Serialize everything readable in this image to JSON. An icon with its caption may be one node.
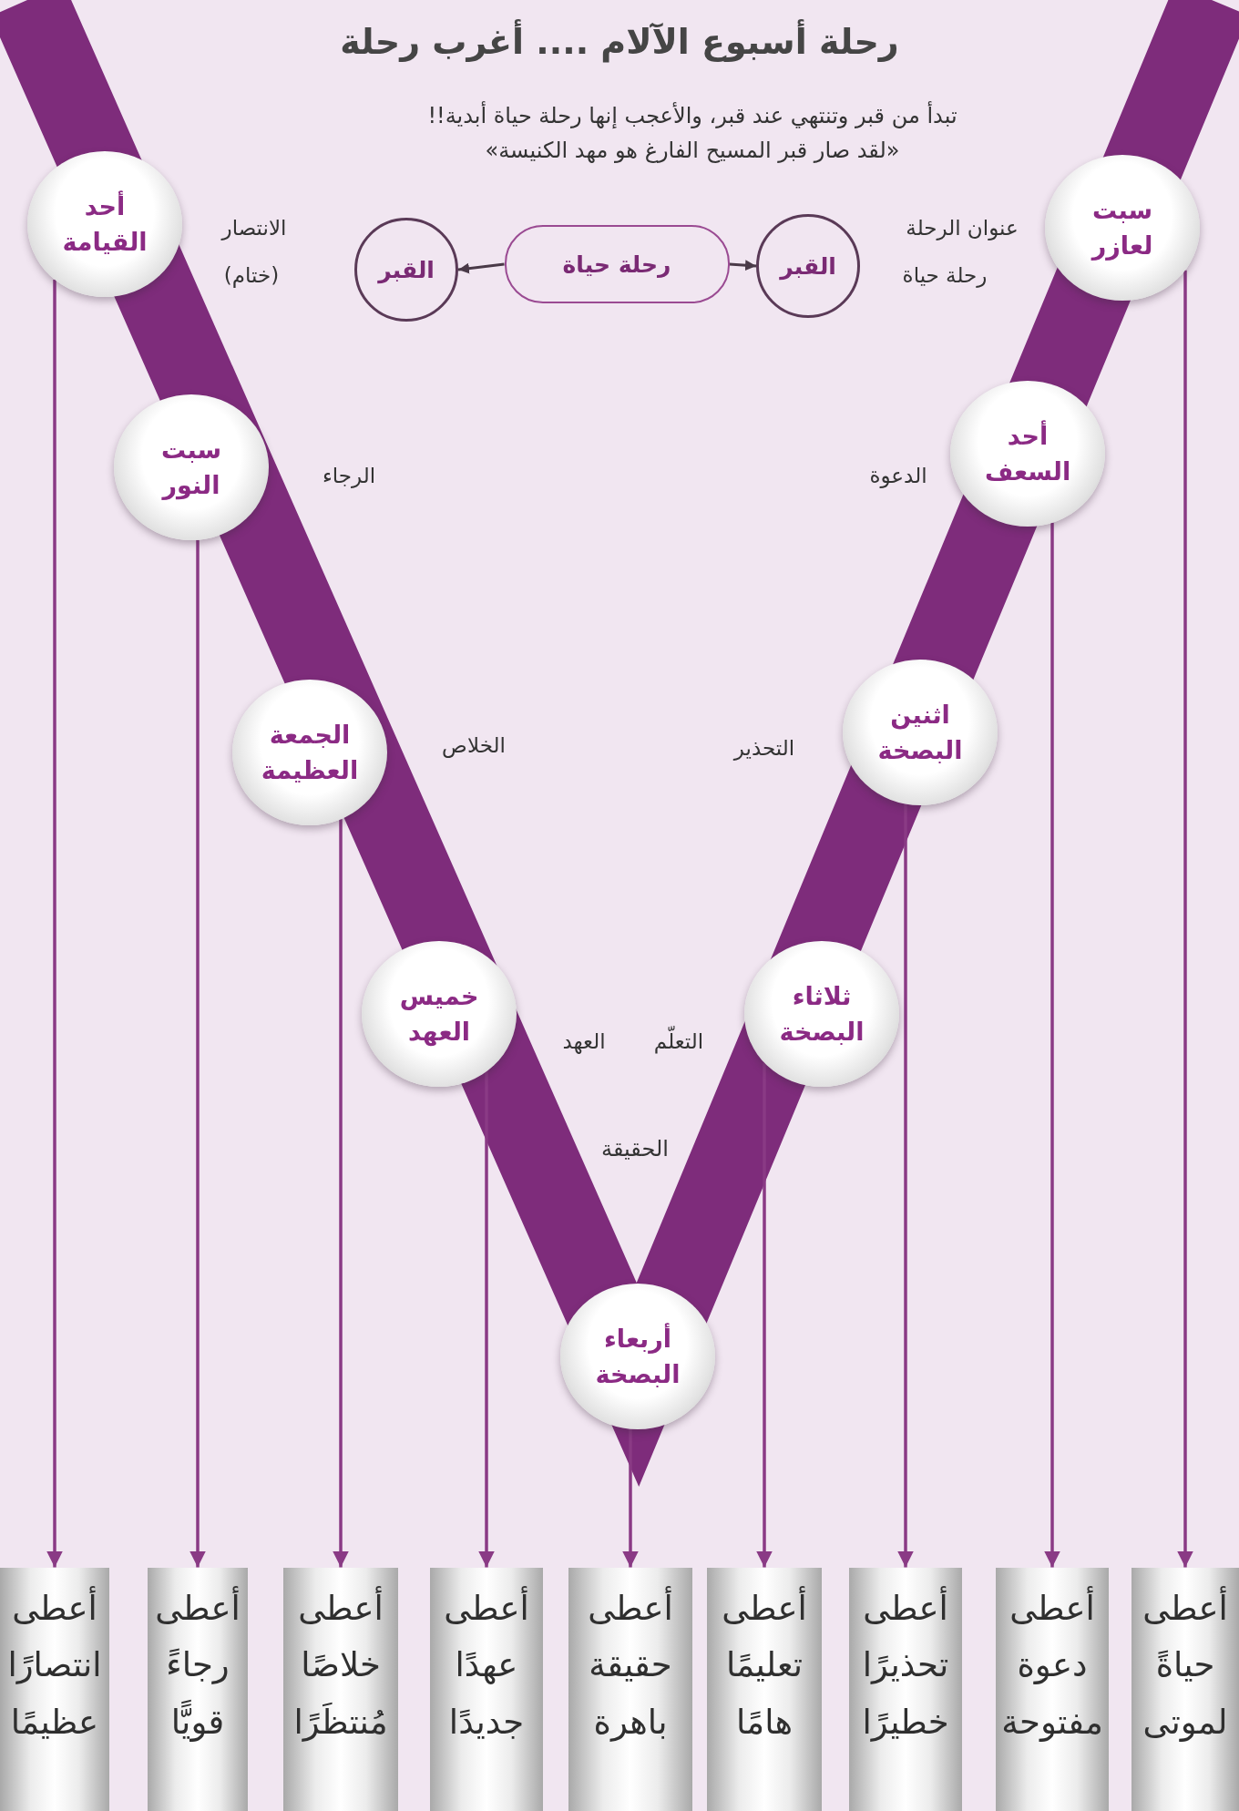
{
  "diagram": {
    "title": "رحلة أسبوع الآلام .... أغرب رحلة",
    "labels": [
      "تبدأ من قبر وتنتهي عند قبر، والأعجب إنها رحلة حياة أبدية!!",
      "«لقد صار قبر المسيح الفارغ هو مهد الكنيسة»",
      "الحقيقة"
    ],
    "nodes": [
      {
        "text": [
          "القبر"
        ]
      },
      {
        "text": [
          "رحلة حياة"
        ]
      },
      {
        "text": [
          "القبر"
        ]
      },
      {
        "text": [
          "سبت لعازر"
        ],
        "beside": [
          "عنوان الرحلة",
          "رحلة حياة"
        ]
      },
      {
        "text": [
          "أحد السعف"
        ],
        "beside": [
          "الدعوة"
        ]
      },
      {
        "text": [
          "اثنين البصخة"
        ],
        "beside": [
          "التحذير"
        ]
      },
      {
        "text": [
          "ثلاثاء البصخة"
        ],
        "beside": [
          "التعلّم"
        ]
      },
      {
        "text": [
          "أربعاء البصخة"
        ]
      },
      {
        "text": [
          "خميس العهد"
        ],
        "beside": [
          "العهد"
        ]
      },
      {
        "text": [
          "الجمعة العظيمة"
        ],
        "beside": [
          "الخلاص"
        ]
      },
      {
        "text": [
          "سبت النور"
        ],
        "beside": [
          "الرجاء"
        ]
      },
      {
        "text": [
          "أحد القيامة"
        ],
        "beside": [
          "الانتصار",
          "(ختام)"
        ]
      },
      {
        "text": [
          "أعطى حياةً لموتى"
        ]
      },
      {
        "text": [
          "أعطى دعوة مفتوحة"
        ]
      },
      {
        "text": [
          "أعطى تحذيرًا خطيرًا"
        ]
      },
      {
        "text": [
          "أعطى تعليمًا هامًا"
        ]
      },
      {
        "text": [
          "أعطى حقيقة باهرة"
        ]
      },
      {
        "text": [
          "أعطى عهدًا جديدًا"
        ]
      },
      {
        "text": [
          "أعطى خلاصًا مُنتظَرًا"
        ]
      },
      {
        "text": [
          "أعطى رجاءً قويًّا"
        ]
      },
      {
        "text": [
          "أعطى انتصارًا عظيمًا"
        ]
      }
    ],
    "edges": [
      {
        "from": 1,
        "to": 0,
        "arrow": "to"
      },
      {
        "from": 1,
        "to": 2,
        "arrow": "to"
      },
      {
        "from": 3,
        "to": 12,
        "arrow": "to"
      },
      {
        "from": 4,
        "to": 13,
        "arrow": "to"
      },
      {
        "from": 5,
        "to": 14,
        "arrow": "to"
      },
      {
        "from": 6,
        "to": 15,
        "arrow": "to"
      },
      {
        "from": 7,
        "to": 16,
        "arrow": "to"
      },
      {
        "from": 8,
        "to": 17,
        "arrow": "to"
      },
      {
        "from": 9,
        "to": 18,
        "arrow": "to"
      },
      {
        "from": 10,
        "to": 19,
        "arrow": "to"
      },
      {
        "from": 11,
        "to": 20,
        "arrow": "to"
      }
    ]
  }
}
